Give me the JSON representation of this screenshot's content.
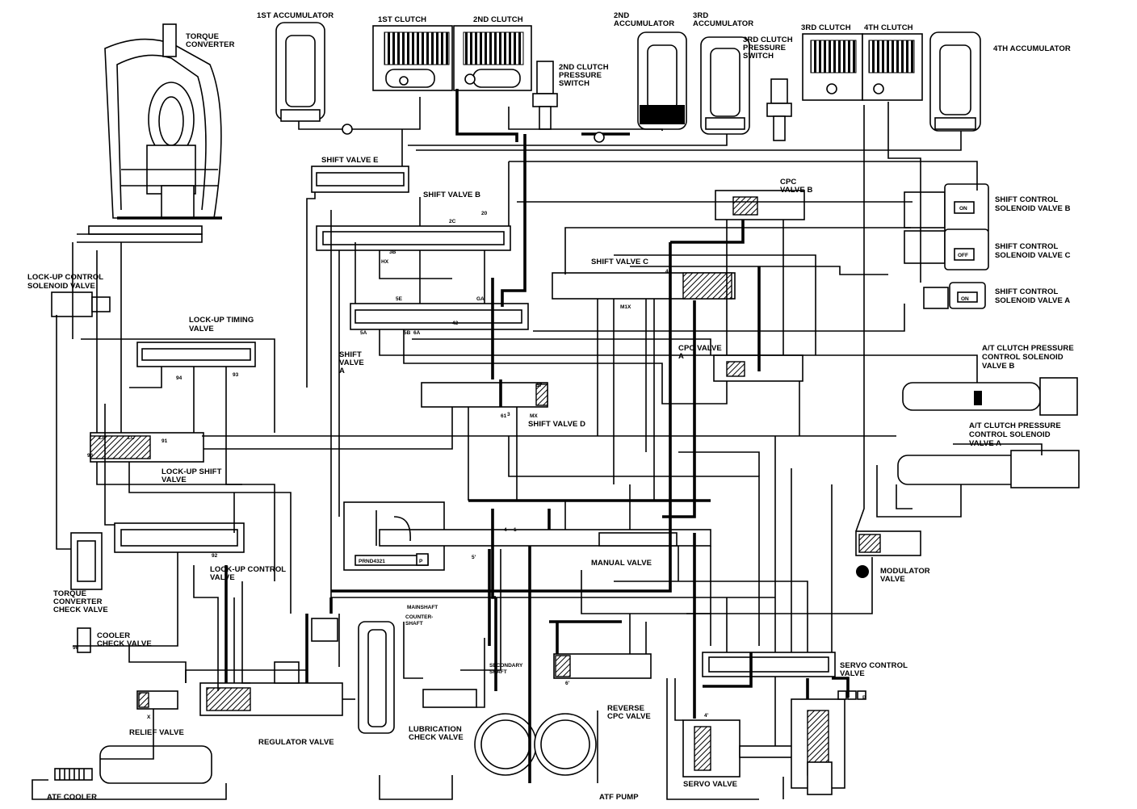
{
  "labels": {
    "torque_converter": [
      "TORQUE",
      "CONVERTER"
    ],
    "first_accumulator": "1ST ACCUMULATOR",
    "first_clutch": "1ST CLUTCH",
    "second_clutch": "2ND CLUTCH",
    "second_clutch_pressure_switch": [
      "2ND CLUTCH",
      "PRESSURE",
      "SWITCH"
    ],
    "second_accumulator": [
      "2ND",
      "ACCUMULATOR"
    ],
    "third_accumulator": [
      "3RD",
      "ACCUMULATOR"
    ],
    "third_clutch_pressure_switch": [
      "3RD CLUTCH",
      "PRESSURE",
      "SWITCH"
    ],
    "third_clutch": "3RD CLUTCH",
    "fourth_clutch": "4TH CLUTCH",
    "fourth_accumulator": "4TH ACCUMULATOR",
    "shift_valve_e": "SHIFT VALVE E",
    "shift_valve_b": "SHIFT VALVE B",
    "cpc_valve_b": [
      "CPC",
      "VALVE B"
    ],
    "shift_control_solenoid_b": [
      "SHIFT CONTROL",
      "SOLENOID VALVE B"
    ],
    "shift_control_solenoid_c": [
      "SHIFT CONTROL",
      "SOLENOID VALVE C"
    ],
    "shift_control_solenoid_a": [
      "SHIFT CONTROL",
      "SOLENOID VALVE A"
    ],
    "lockup_control_solenoid": [
      "LOCK-UP CONTROL",
      "SOLENOID VALVE"
    ],
    "lockup_timing_valve": [
      "LOCK-UP TIMING",
      "VALVE"
    ],
    "shift_valve_c": "SHIFT VALVE C",
    "shift_valve_a": [
      "SHIFT",
      "VALVE",
      "A"
    ],
    "cpc_valve_a": [
      "CPC VALVE",
      "A"
    ],
    "at_clutch_pressure_b": [
      "A/T CLUTCH PRESSURE",
      "CONTROL SOLENOID",
      "VALVE B"
    ],
    "at_clutch_pressure_a": [
      "A/T CLUTCH PRESSURE",
      "CONTROL SOLENOID",
      "VALVE A"
    ],
    "shift_valve_d": "SHIFT VALVE D",
    "lockup_shift_valve": [
      "LOCK-UP SHIFT",
      "VALVE"
    ],
    "lockup_control_valve": [
      "LOCK-UP CONTROL",
      "VALVE"
    ],
    "torque_converter_check_valve": [
      "TORQUE",
      "CONVERTER",
      "CHECK VALVE"
    ],
    "cooler_check_valve": [
      "COOLER",
      "CHECK VALVE"
    ],
    "manual_valve": "MANUAL VALVE",
    "modulator_valve": [
      "MODULATOR",
      "VALVE"
    ],
    "mainshaft": "MAINSHAFT",
    "countershaft": [
      "COUNTER-",
      "SHAFT"
    ],
    "secondary_shaft": [
      "SECONDARY",
      "SHAFT"
    ],
    "servo_control_valve": [
      "SERVO CONTROL",
      "VALVE"
    ],
    "reverse_cpc_valve": [
      "REVERSE",
      "CPC VALVE"
    ],
    "relief_valve": "RELIEF VALVE",
    "regulator_valve": "REGULATOR VALVE",
    "lubrication_check_valve": [
      "LUBRICATION",
      "CHECK VALVE"
    ],
    "servo_valve": "SERVO VALVE",
    "atf_cooler": "ATF COOLER",
    "atf_pump": "ATF PUMP"
  },
  "solenoid_states": {
    "shift_b": "ON",
    "shift_c": "OFF",
    "shift_a": "ON"
  },
  "port_codes": [
    "57",
    "3",
    "20",
    "3B",
    "5B",
    "61",
    "2C",
    "MX",
    "M1X",
    "5A",
    "5E",
    "42",
    "4C",
    "LA",
    "LC",
    "91",
    "92",
    "93",
    "94",
    "96",
    "1",
    "X",
    "90",
    "4",
    "4'",
    "5'",
    "6'",
    "6A",
    "GA",
    "HX",
    "P"
  ],
  "selector_positions": "PRND4321",
  "selector_park": "P",
  "colors": {
    "ink": "#000000",
    "paper": "#ffffff"
  }
}
